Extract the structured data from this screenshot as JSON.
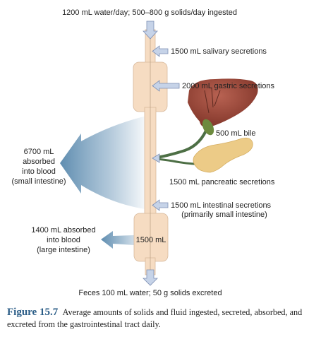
{
  "labels": {
    "ingested": "1200 mL water/day; 500–800 g solids/day ingested",
    "salivary": "1500 mL salivary secretions",
    "gastric": "2000 mL gastric secretions",
    "bile": "500 mL bile",
    "absorbed_small_1": "6700 mL",
    "absorbed_small_2": "absorbed",
    "absorbed_small_3": "into blood",
    "absorbed_small_4": "(small intestine)",
    "pancreatic": "1500 mL pancreatic secretions",
    "intestinal_1": "1500 mL intestinal secretions",
    "intestinal_2": "(primarily small intestine)",
    "absorbed_large_1": "1400 mL absorbed",
    "absorbed_large_2": "into blood",
    "absorbed_large_3": "(large intestine)",
    "large_volume": "1500 mL",
    "excreted": "Feces 100 mL water; 50 g solids excreted"
  },
  "caption": {
    "figure_label": "Figure 15.7",
    "text": "Average amounts of solids and fluid ingested, secreted, absorbed, and excreted from the gastrointestinal tract daily."
  },
  "colors": {
    "tube": "#f6dcc2",
    "tube_stroke": "#d7b99c",
    "arrow_fill": "#c6d3e8",
    "arrow_stroke": "#7d8fb3",
    "absorption_fan": "#7fa4c0",
    "liver": "#9c4a3a",
    "gallbladder": "#6c8a3e",
    "pancreas": "#eccb87",
    "caption_title": "#2b5d87"
  }
}
